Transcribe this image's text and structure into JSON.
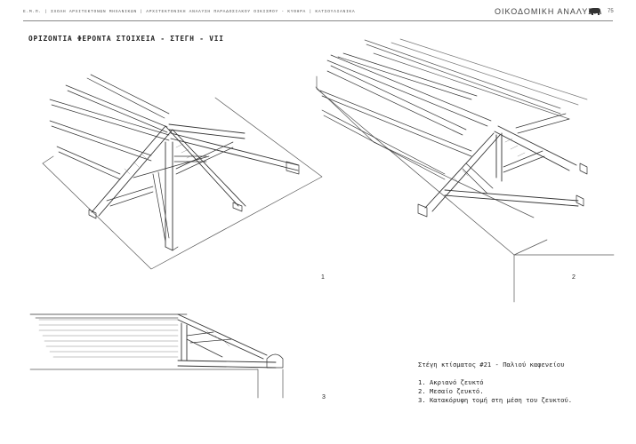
{
  "header": {
    "running_text": "Ε.Μ.Π. | ΣΧΟΛΗ ΑΡΧΙΤΕΚΤΟΝΩΝ ΜΗΧΑΝΙΚΩΝ | ΑΡΧΙΤΕΚΤΟΝΙΚΗ ΑΝΑΛΥΣΗ ΠΑΡΑΔΟΣΙΑΚΟΥ ΟΙΚΙΣΜΟΥ - ΚΥΘΗΡΑ | ΚΑΤΣΟΥΛΙΑΝΙΚΑ",
    "section": "ΟΙΚΟΔΟΜΙΚΗ ΑΝΑΛΥΣΗ",
    "page_number": "75",
    "logo_icon": "elephant-logo-icon"
  },
  "section_title": "ΟΡΙΖΟΝΤΙΑ ΦΕΡΟΝΤΑ ΣΤΟΙΧΕΙΑ - ΣΤΕΓΗ - VII",
  "figures": [
    {
      "number": "1"
    },
    {
      "number": "2"
    },
    {
      "number": "3"
    }
  ],
  "caption": {
    "title": "Στέγη κτίσματος #21 - Παλιού καφενείου",
    "items": [
      "1. Ακριανό ζευκτό",
      "2. Μεσαίο ζευκτό.",
      "3. Κατακόρυφη τομή στη μέση του ζευκτού."
    ]
  }
}
